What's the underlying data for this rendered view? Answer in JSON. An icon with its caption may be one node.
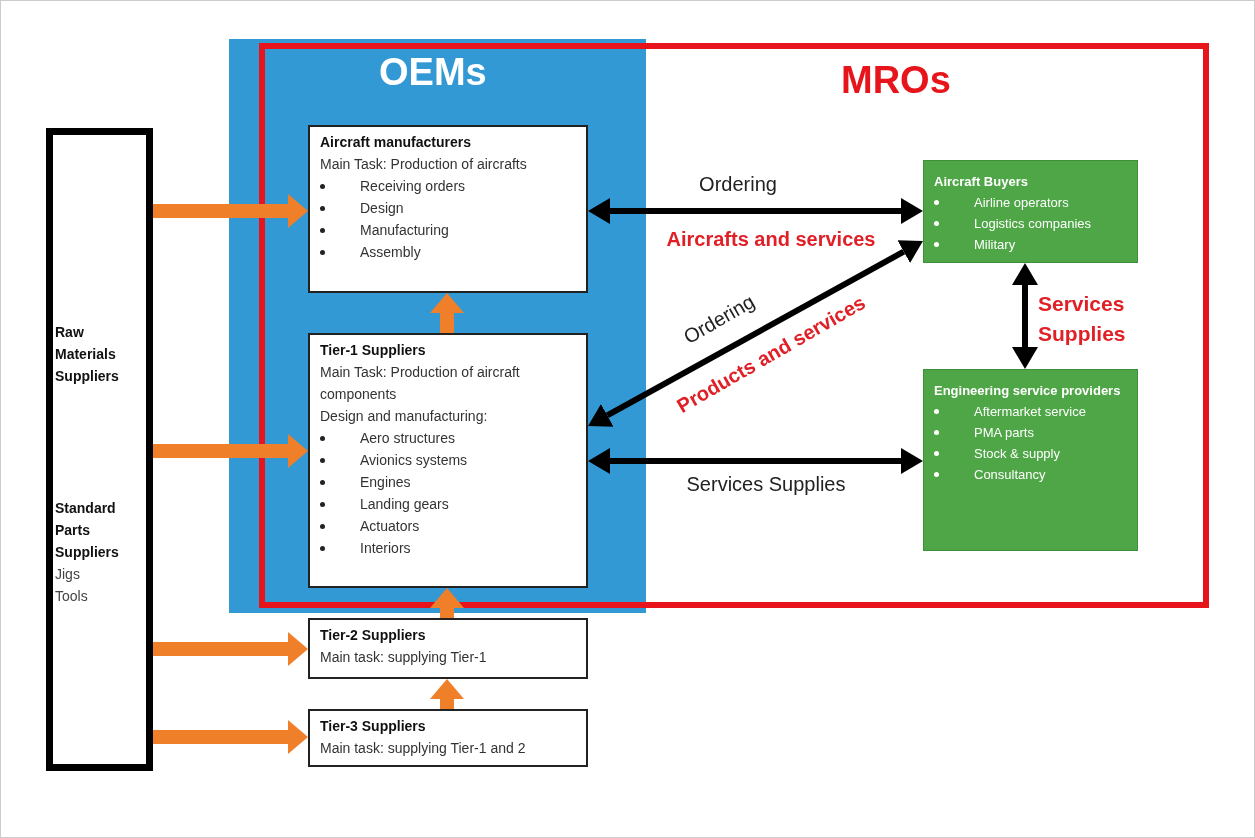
{
  "diagram": {
    "nodes": [
      {
        "text": [
          "OEMs"
        ]
      },
      {
        "text": [
          "MROs"
        ]
      },
      {
        "text": [
          "Raw Materials Suppliers",
          "Standard Parts Suppliers",
          "Jigs",
          "Tools"
        ]
      },
      {
        "text": [
          "Aircraft manufacturers",
          "Main Task: Production of aircrafts",
          "Receiving orders",
          "Design",
          "Manufacturing",
          "Assembly"
        ],
        "in": 0
      },
      {
        "text": [
          "Tier-1 Suppliers",
          "Main Task: Production of aircraft components",
          "Design and manufacturing:",
          "Aero structures",
          "Avionics systems",
          "Engines",
          "Landing gears",
          "Actuators",
          "Interiors"
        ],
        "in": 0
      },
      {
        "text": [
          "Tier-2 Suppliers",
          "Main task: supplying Tier-1"
        ]
      },
      {
        "text": [
          "Tier-3 Suppliers",
          "Main task: supplying Tier-1 and 2"
        ]
      },
      {
        "text": [
          "Aircraft Buyers",
          "Airline operators",
          "Logistics companies",
          "Military"
        ],
        "in": 1
      },
      {
        "text": [
          "Engineering service providers",
          "Aftermarket service",
          "PMA parts",
          "Stock & supply",
          "Consultancy"
        ],
        "in": 1
      }
    ],
    "edges": [
      {
        "from": 2,
        "to": 3,
        "arrow": "to"
      },
      {
        "from": 2,
        "to": 4,
        "arrow": "to"
      },
      {
        "from": 2,
        "to": 5,
        "arrow": "to"
      },
      {
        "from": 2,
        "to": 6,
        "arrow": "to"
      },
      {
        "from": 4,
        "to": 3,
        "arrow": "to"
      },
      {
        "from": 5,
        "to": 4,
        "arrow": "to"
      },
      {
        "from": 6,
        "to": 5,
        "arrow": "to"
      },
      {
        "from": 3,
        "to": 7,
        "arrow": "both",
        "label": "Ordering",
        "color": "#000000"
      },
      {
        "from": 7,
        "to": 4,
        "arrow": "both",
        "label": "Ordering",
        "color": "#000000"
      },
      {
        "from": 4,
        "to": 8,
        "arrow": "both",
        "label": "Services Supplies",
        "color": "#000000"
      },
      {
        "from": 7,
        "to": 8,
        "arrow": "both",
        "label": "Services Supplies",
        "color": "#000000"
      }
    ],
    "labels": [
      "Aircrafts and services",
      "Products and services"
    ]
  }
}
